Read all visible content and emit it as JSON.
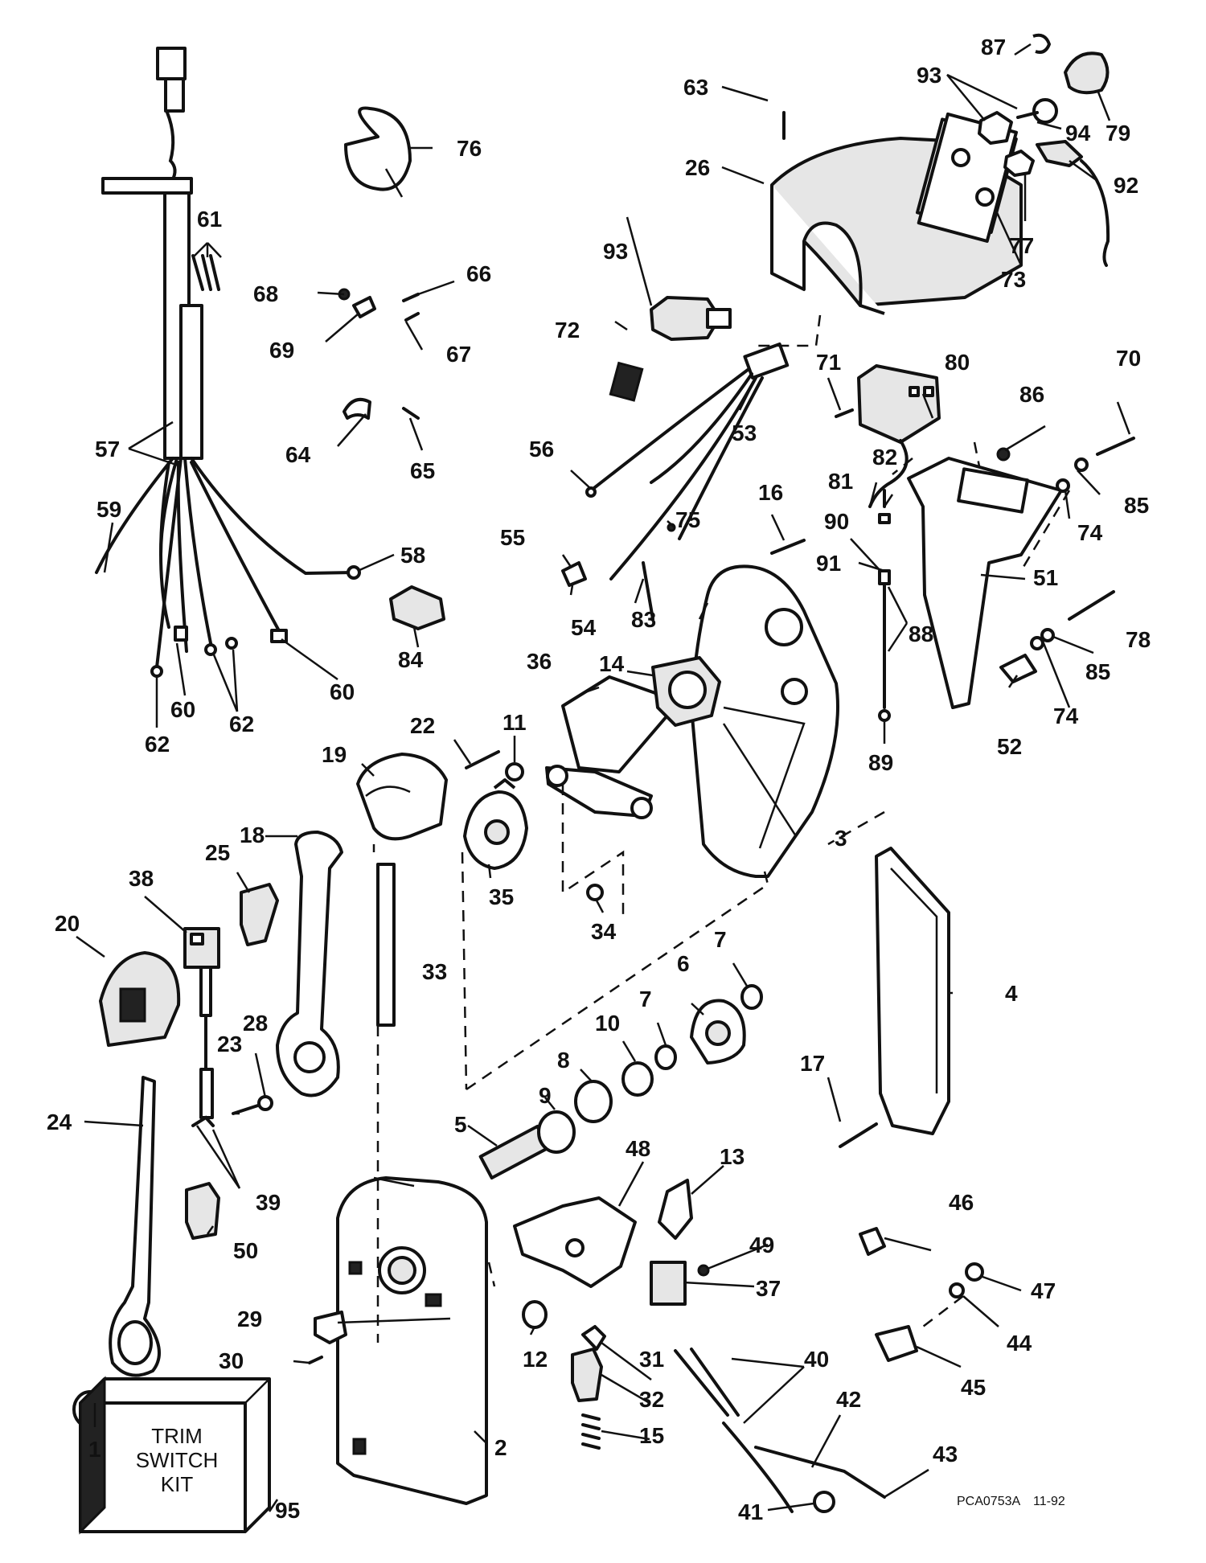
{
  "labels": {
    "l1": "1",
    "l2": "2",
    "l3": "3",
    "l4": "4",
    "l5": "5",
    "l6": "6",
    "l7a": "7",
    "l7b": "7",
    "l8": "8",
    "l9": "9",
    "l10": "10",
    "l11": "11",
    "l12": "12",
    "l13": "13",
    "l14": "14",
    "l15": "15",
    "l16": "16",
    "l17": "17",
    "l18": "18",
    "l19": "19",
    "l20": "20",
    "l22": "22",
    "l23": "23",
    "l24": "24",
    "l25": "25",
    "l26": "26",
    "l28": "28",
    "l29": "29",
    "l30": "30",
    "l31": "31",
    "l32": "32",
    "l33": "33",
    "l34": "34",
    "l35": "35",
    "l36": "36",
    "l37": "37",
    "l38": "38",
    "l39": "39",
    "l40": "40",
    "l41": "41",
    "l42": "42",
    "l43": "43",
    "l44": "44",
    "l45": "45",
    "l46": "46",
    "l47": "47",
    "l48": "48",
    "l49": "49",
    "l50": "50",
    "l51": "51",
    "l52": "52",
    "l53": "53",
    "l54": "54",
    "l55": "55",
    "l56": "56",
    "l57": "57",
    "l58": "58",
    "l59": "59",
    "l60a": "60",
    "l60b": "60",
    "l61": "61",
    "l62a": "62",
    "l62b": "62",
    "l63": "63",
    "l64": "64",
    "l65": "65",
    "l66": "66",
    "l67": "67",
    "l68": "68",
    "l69": "69",
    "l70": "70",
    "l71": "71",
    "l72": "72",
    "l73": "73",
    "l74a": "74",
    "l74b": "74",
    "l75": "75",
    "l76": "76",
    "l77": "77",
    "l78": "78",
    "l79": "79",
    "l80": "80",
    "l81": "81",
    "l82": "82",
    "l83": "83",
    "l84": "84",
    "l85a": "85",
    "l85b": "85",
    "l86": "86",
    "l87": "87",
    "l88": "88",
    "l89": "89",
    "l90": "90",
    "l91": "91",
    "l92": "92",
    "l93a": "93",
    "l93b": "93",
    "l94": "94",
    "l95": "95"
  },
  "kit_box": {
    "line1": "TRIM",
    "line2": "SWITCH",
    "line3": "KIT"
  },
  "footer": {
    "code": "PCA0753A",
    "date": "11-92"
  }
}
